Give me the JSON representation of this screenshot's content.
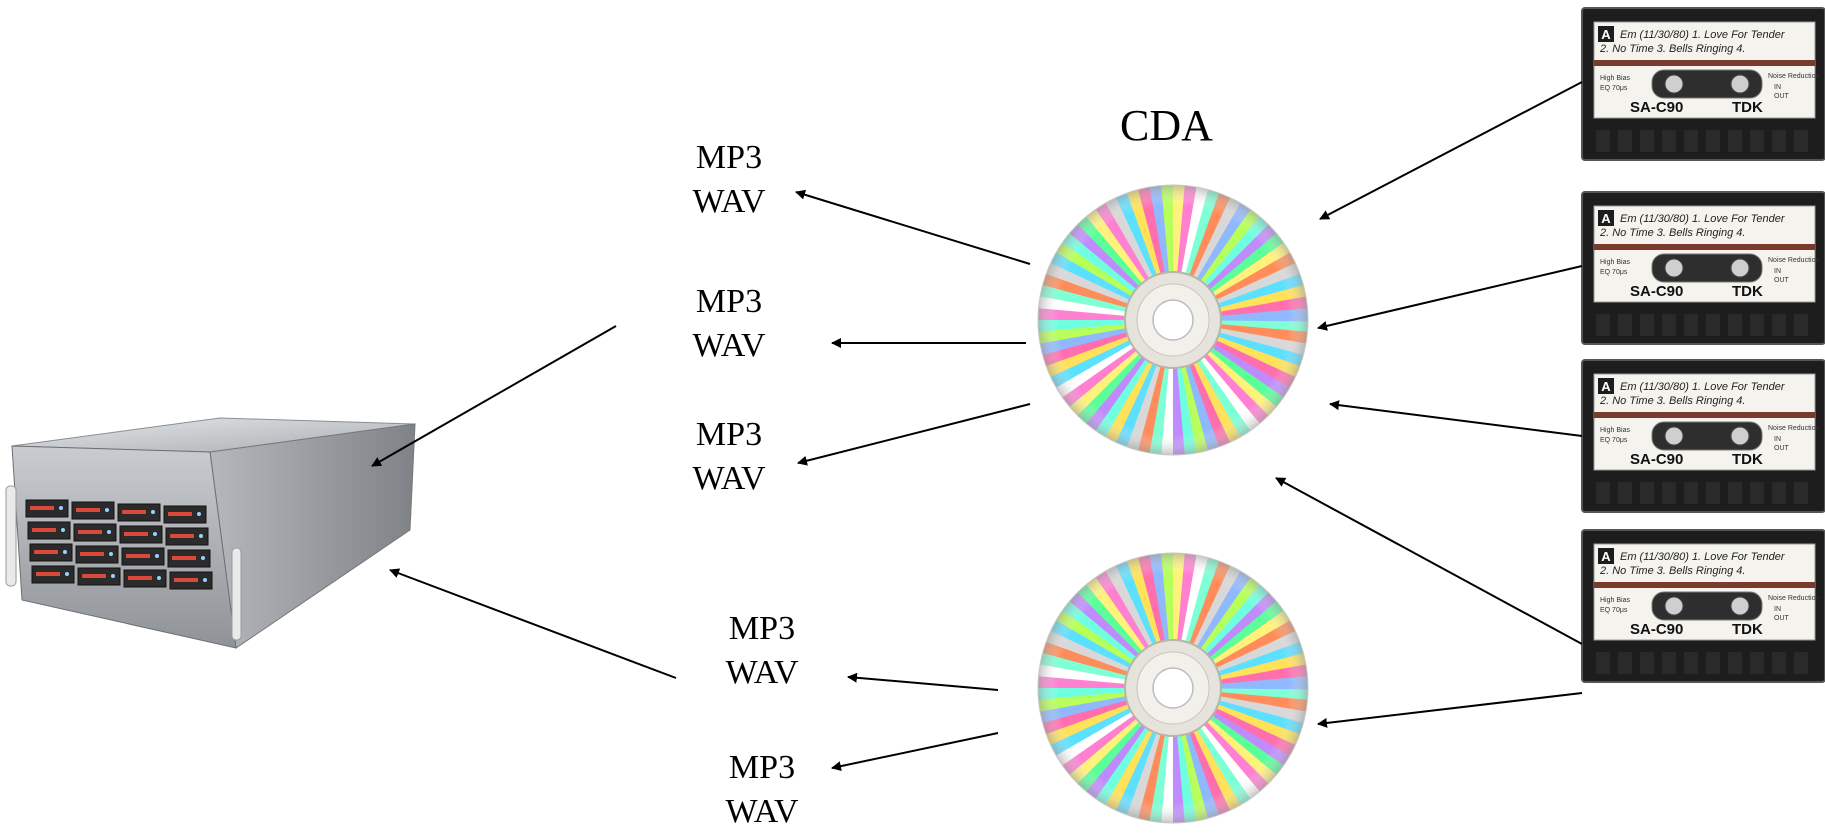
{
  "diagram": {
    "cd_label": "CDA",
    "format_labels": [
      {
        "line1": "MP3",
        "line2": "WAV"
      },
      {
        "line1": "MP3",
        "line2": "WAV"
      },
      {
        "line1": "MP3",
        "line2": "WAV"
      },
      {
        "line1": "MP3",
        "line2": "WAV"
      },
      {
        "line1": "MP3",
        "line2": "WAV"
      }
    ],
    "cassette": {
      "side": "A",
      "handwriting_line1": "Em (11/30/80) 1. Love For Tender",
      "handwriting_line2": "2. No Time  3. Bells Ringing  4.",
      "brand": "TDK",
      "model": "SA-C90",
      "tape_type": "High Bias",
      "tape_sub": "EQ 70μs",
      "noise_label": "Noise Reduction",
      "noise_in": "IN",
      "noise_out": "OUT",
      "count": 4
    },
    "server": {
      "drive_bays": 16
    },
    "cds": {
      "count": 2
    }
  }
}
